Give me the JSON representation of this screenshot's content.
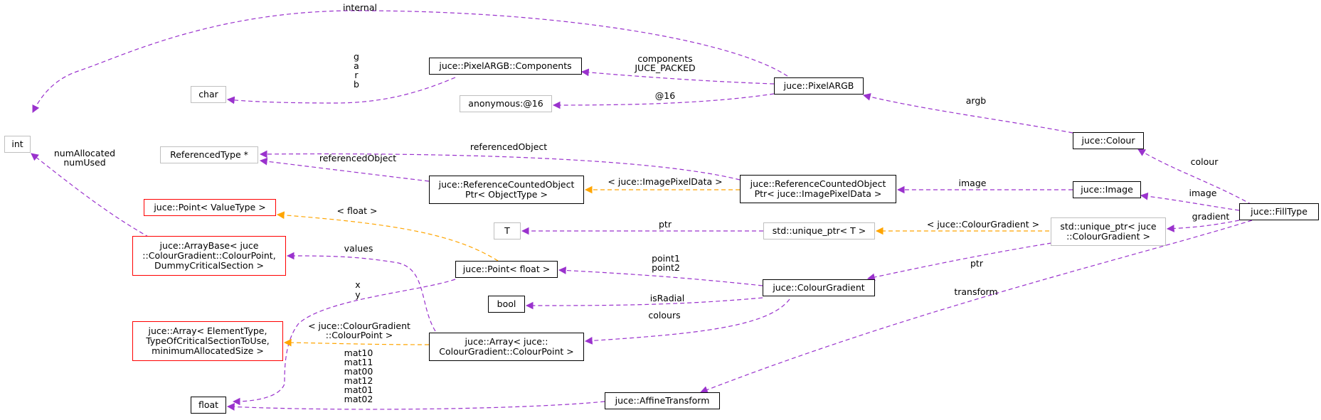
{
  "nodes": {
    "fill_type": "juce::FillType",
    "int": "int",
    "char": "char",
    "float": "float",
    "bool": "bool",
    "t": "T",
    "pixelargb": "juce::PixelARGB",
    "components": "juce::PixelARGB::Components",
    "anonymous16": "anonymous:@16",
    "colour": "juce::Colour",
    "image": "juce::Image",
    "referenced_type": "ReferencedType *",
    "rco_object": [
      "juce::ReferenceCountedObject",
      "Ptr< ObjectType >"
    ],
    "rco_image": [
      "juce::ReferenceCountedObject",
      "Ptr< juce::ImagePixelData >"
    ],
    "point_template": "juce::Point< ValueType >",
    "array_base": [
      "juce::ArrayBase< juce",
      "::ColourGradient::ColourPoint,",
      "DummyCriticalSection >"
    ],
    "point_float": "juce::Point< float >",
    "unique_ptr_t": "std::unique_ptr< T >",
    "unique_ptr_cg": [
      "std::unique_ptr< juce",
      "::ColourGradient >"
    ],
    "colour_gradient": "juce::ColourGradient",
    "array_template": [
      "juce::Array< ElementType,",
      "TypeOfCriticalSectionToUse,",
      "minimumAllocatedSize >"
    ],
    "array_cp": [
      "juce::Array< juce::",
      "ColourGradient::ColourPoint >"
    ],
    "affine": "juce::AffineTransform"
  },
  "edge_labels": {
    "internal": "internal",
    "garb": [
      "g",
      "a",
      "r",
      "b"
    ],
    "components": [
      "components",
      "JUCE_PACKED"
    ],
    "at16": "@16",
    "argb": "argb",
    "colour": "colour",
    "num": [
      "numAllocated",
      "numUsed"
    ],
    "referenced_object_1": "referencedObject",
    "referenced_object_2": "referencedObject",
    "image_pixel_data": "< juce::ImagePixelData >",
    "image_1": "image",
    "image_2": "image",
    "lt_float": "< float >",
    "ptr_1": "ptr",
    "cg_template": "< juce::ColourGradient >",
    "gradient": "gradient",
    "values": "values",
    "ptr_2": "ptr",
    "points": [
      "point1",
      "point2"
    ],
    "xy": [
      "x",
      "y"
    ],
    "is_radial": "isRadial",
    "transform": "transform",
    "colours": "colours",
    "cp_template": [
      "< juce::ColourGradient",
      "::ColourPoint >"
    ],
    "mats": [
      "mat10",
      "mat11",
      "mat00",
      "mat12",
      "mat01",
      "mat02"
    ]
  },
  "colors": {
    "member_edge": "#9a32cd",
    "template_edge": "#ffa500",
    "node_border": "#000000",
    "external_node_border": "#bfbfbf",
    "undocumented_node_border": "#ff0000",
    "selected_node_fill": "#bfbfbf"
  }
}
